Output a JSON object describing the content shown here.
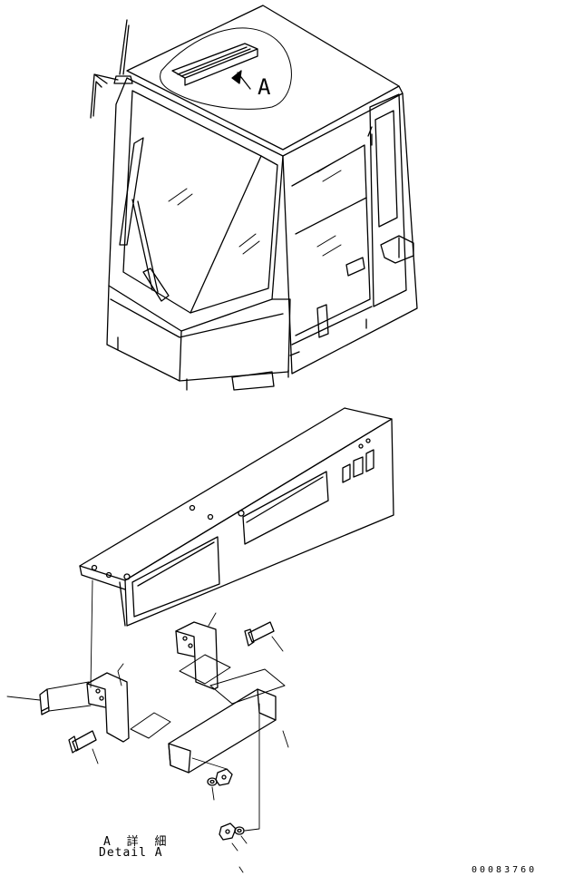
{
  "labels": {
    "view_callout": "A",
    "detail_title_jp": "A 詳 細",
    "detail_title_en": "Detail A",
    "drawing_number": "00083760"
  }
}
